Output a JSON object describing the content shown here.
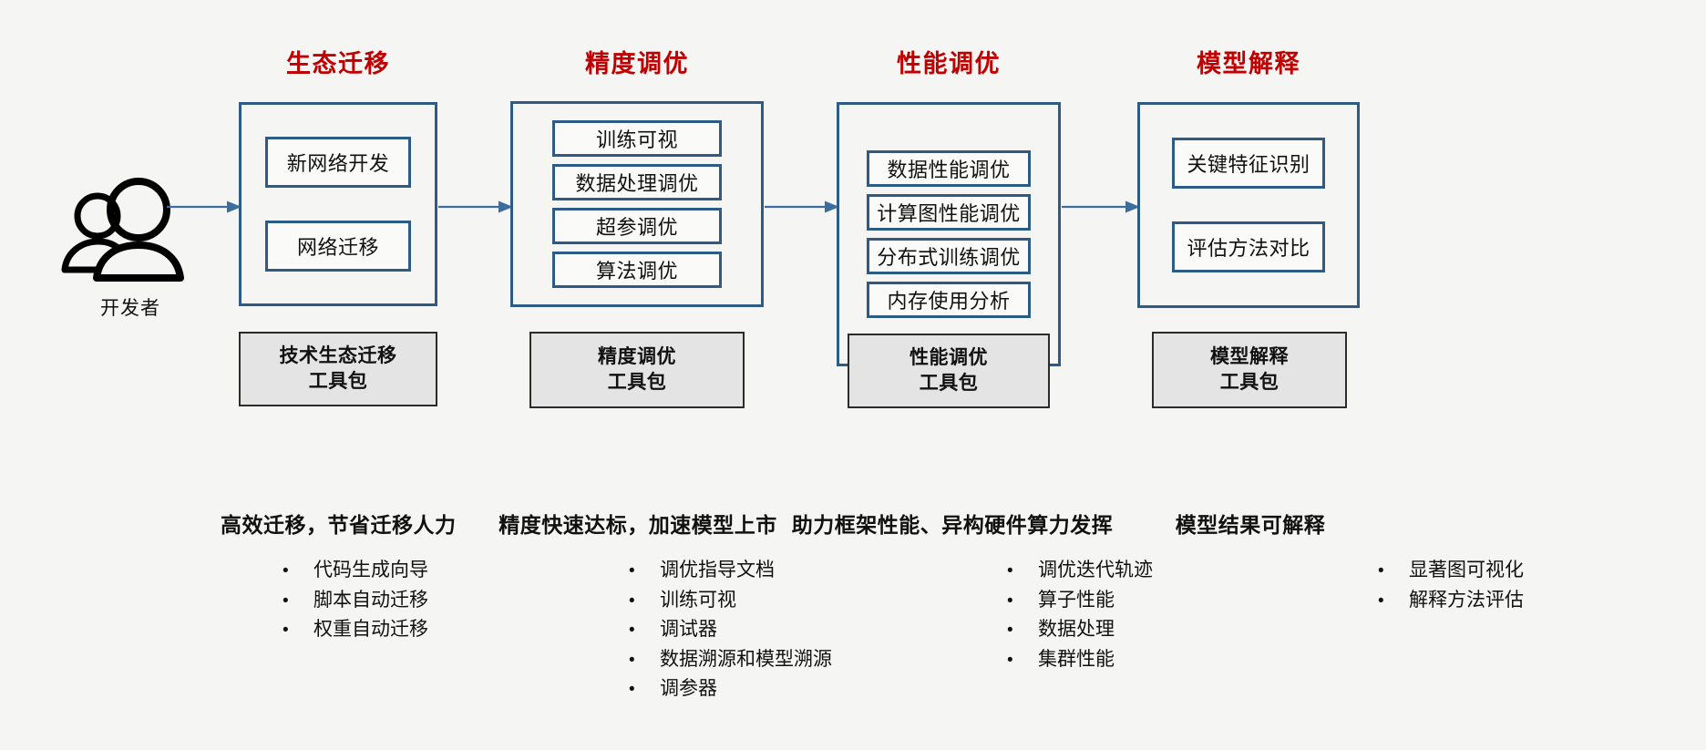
{
  "background_color": "#f5f5f4",
  "accent_title_color": "#C00000",
  "box_border_color": "#2E5A86",
  "toolkit_fill_color": "#E4E4E4",
  "arrow_color": "#3B6E9E",
  "actor": {
    "icon": "people-icon",
    "label": "开发者"
  },
  "arrows": [
    {
      "name": "arrow-actor-to-col1"
    },
    {
      "name": "arrow-col1-to-col2"
    },
    {
      "name": "arrow-col2-to-col3"
    },
    {
      "name": "arrow-col3-to-col4"
    }
  ],
  "columns": [
    {
      "id": "ecosystem-migration",
      "title": "生态迁移",
      "items": [
        "新网络开发",
        "网络迁移"
      ],
      "toolkit": {
        "line1": "技术生态迁移",
        "line2": "工具包"
      },
      "tagline": "高效迁移，节省迁移人力",
      "bullets": [
        "代码生成向导",
        "脚本自动迁移",
        "权重自动迁移"
      ]
    },
    {
      "id": "accuracy-tuning",
      "title": "精度调优",
      "items": [
        "训练可视",
        "数据处理调优",
        "超参调优",
        "算法调优"
      ],
      "toolkit": {
        "line1": "精度调优",
        "line2": "工具包"
      },
      "tagline": "精度快速达标，加速模型上市",
      "bullets": [
        "调优指导文档",
        "训练可视",
        "调试器",
        "数据溯源和模型溯源",
        "调参器"
      ]
    },
    {
      "id": "performance-tuning",
      "title": "性能调优",
      "items": [
        "数据性能调优",
        "计算图性能调优",
        "分布式训练调优",
        "内存使用分析"
      ],
      "toolkit": {
        "line1": "性能调优",
        "line2": "工具包"
      },
      "tagline": "助力框架性能、异构硬件算力发挥",
      "bullets": [
        "调优迭代轨迹",
        "算子性能",
        "数据处理",
        "集群性能"
      ]
    },
    {
      "id": "model-explanation",
      "title": "模型解释",
      "items": [
        "关键特征识别",
        "评估方法对比"
      ],
      "toolkit": {
        "line1": "模型解释",
        "line2": "工具包"
      },
      "tagline": "模型结果可解释",
      "bullets": [
        "显著图可视化",
        "解释方法评估"
      ]
    }
  ],
  "bullet_marker": "•"
}
